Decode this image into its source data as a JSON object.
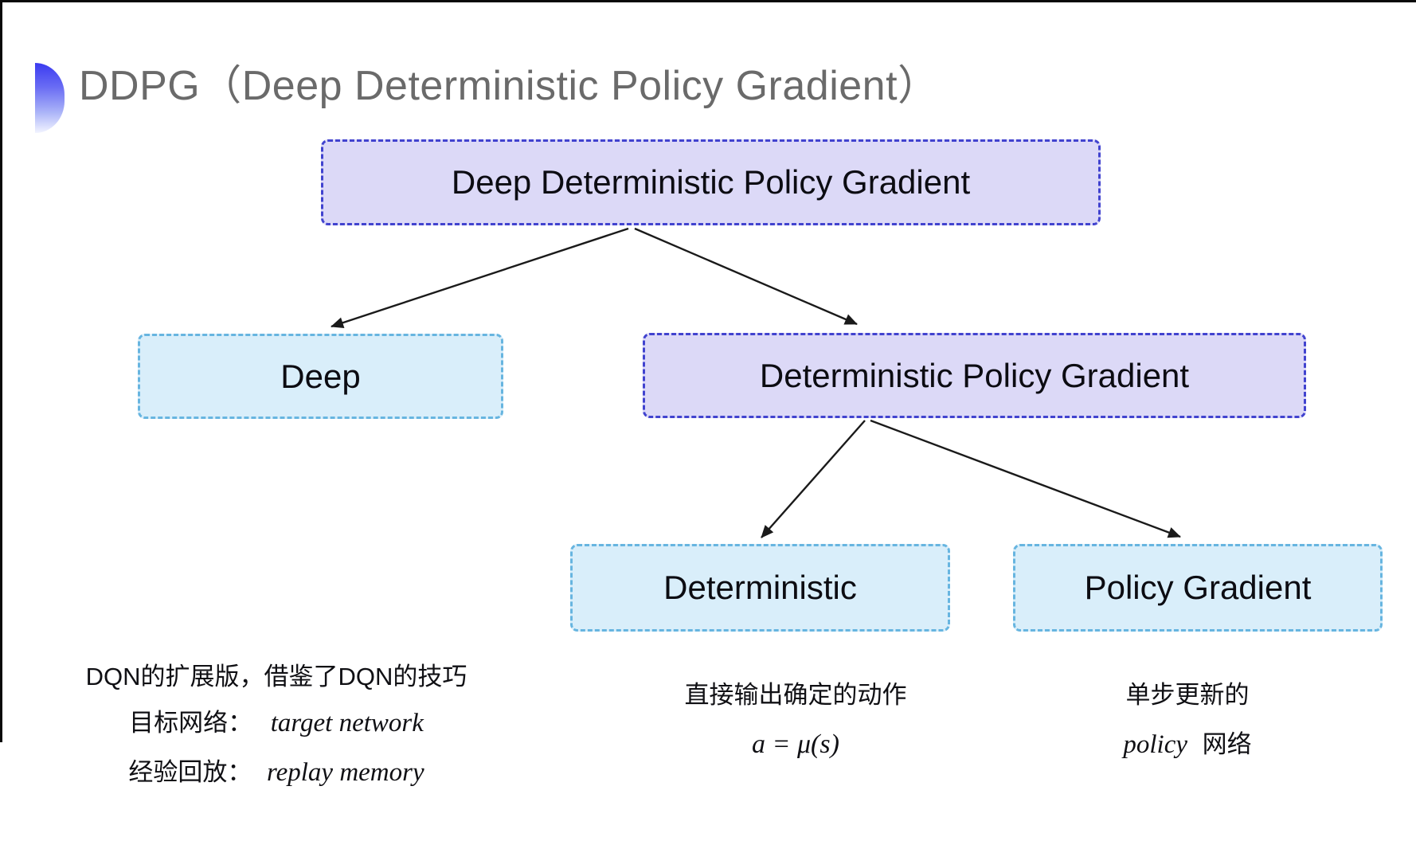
{
  "page": {
    "title": "DDPG（Deep Deterministic Policy Gradient）"
  },
  "nodes": {
    "root": {
      "label": "Deep Deterministic Policy Gradient"
    },
    "deep": {
      "label": "Deep"
    },
    "dpg": {
      "label": "Deterministic Policy Gradient"
    },
    "deterministic": {
      "label": "Deterministic"
    },
    "policy_gradient": {
      "label": "Policy Gradient"
    }
  },
  "annotations": {
    "deep_notes": {
      "line1": "DQN的扩展版，借鉴了DQN的技巧",
      "line2_cn": "目标网络：",
      "line2_en": "target network",
      "line3_cn": "经验回放：",
      "line3_en": "replay memory"
    },
    "deterministic_notes": {
      "line1": "直接输出确定的动作",
      "formula": "a = μ(s)"
    },
    "policy_gradient_notes": {
      "line1": "单步更新的",
      "line2_en": "policy",
      "line2_cn": "网络"
    }
  },
  "colors": {
    "lavender_fill": "#dcd9f7",
    "indigo_border": "#4143cf",
    "light_blue_fill": "#d9eefa",
    "blue_border": "#67b5e0",
    "title_gray": "#6a6a6a",
    "text_black": "#0c0c12",
    "arrow_black": "#1a1a1a",
    "bullet_blue": "#3a3af0"
  },
  "icons": {
    "bullet": "half-disc-gradient"
  }
}
